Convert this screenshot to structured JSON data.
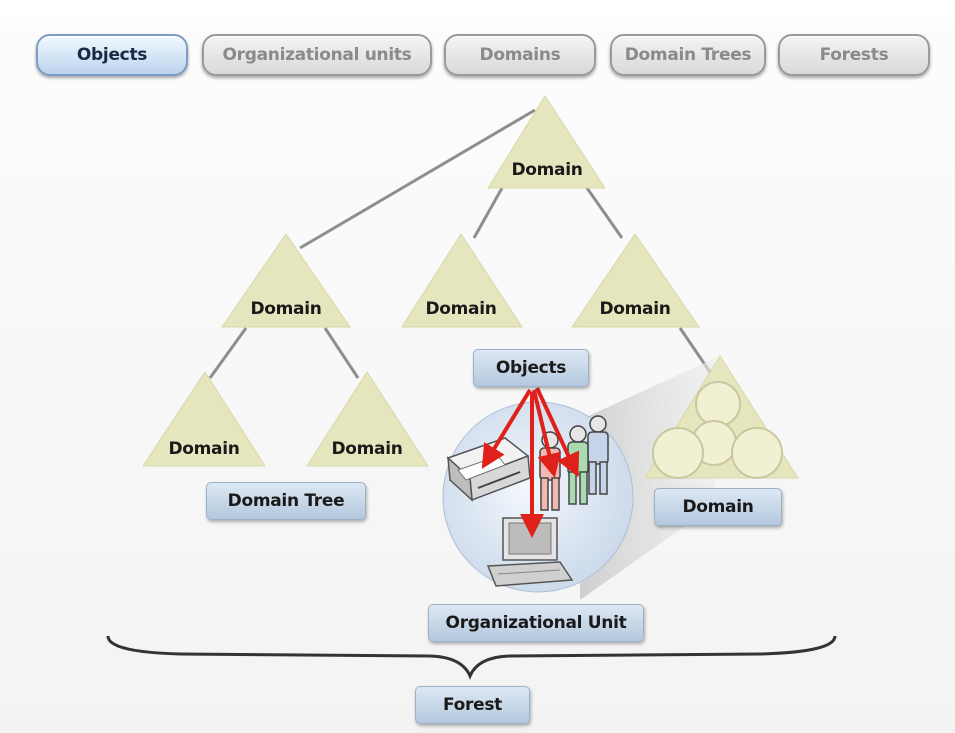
{
  "tabs": [
    {
      "label": "Objects",
      "active": true
    },
    {
      "label": "Organizational units",
      "active": false
    },
    {
      "label": "Domains",
      "active": false
    },
    {
      "label": "Domain Trees",
      "active": false
    },
    {
      "label": "Forests",
      "active": false
    }
  ],
  "diagram": {
    "domain_label": "Domain",
    "labels": {
      "objects": "Objects",
      "domain_tree": "Domain Tree",
      "domain_detail": "Domain",
      "organizational_unit": "Organizational Unit",
      "forest": "Forest"
    },
    "colors": {
      "triangle_fill": "#e6e6be",
      "connector": "#8e8e8e",
      "arrow": "#e0201a",
      "box_fill": "#c9d8ea",
      "tab_active": "#cfe0f2"
    }
  }
}
